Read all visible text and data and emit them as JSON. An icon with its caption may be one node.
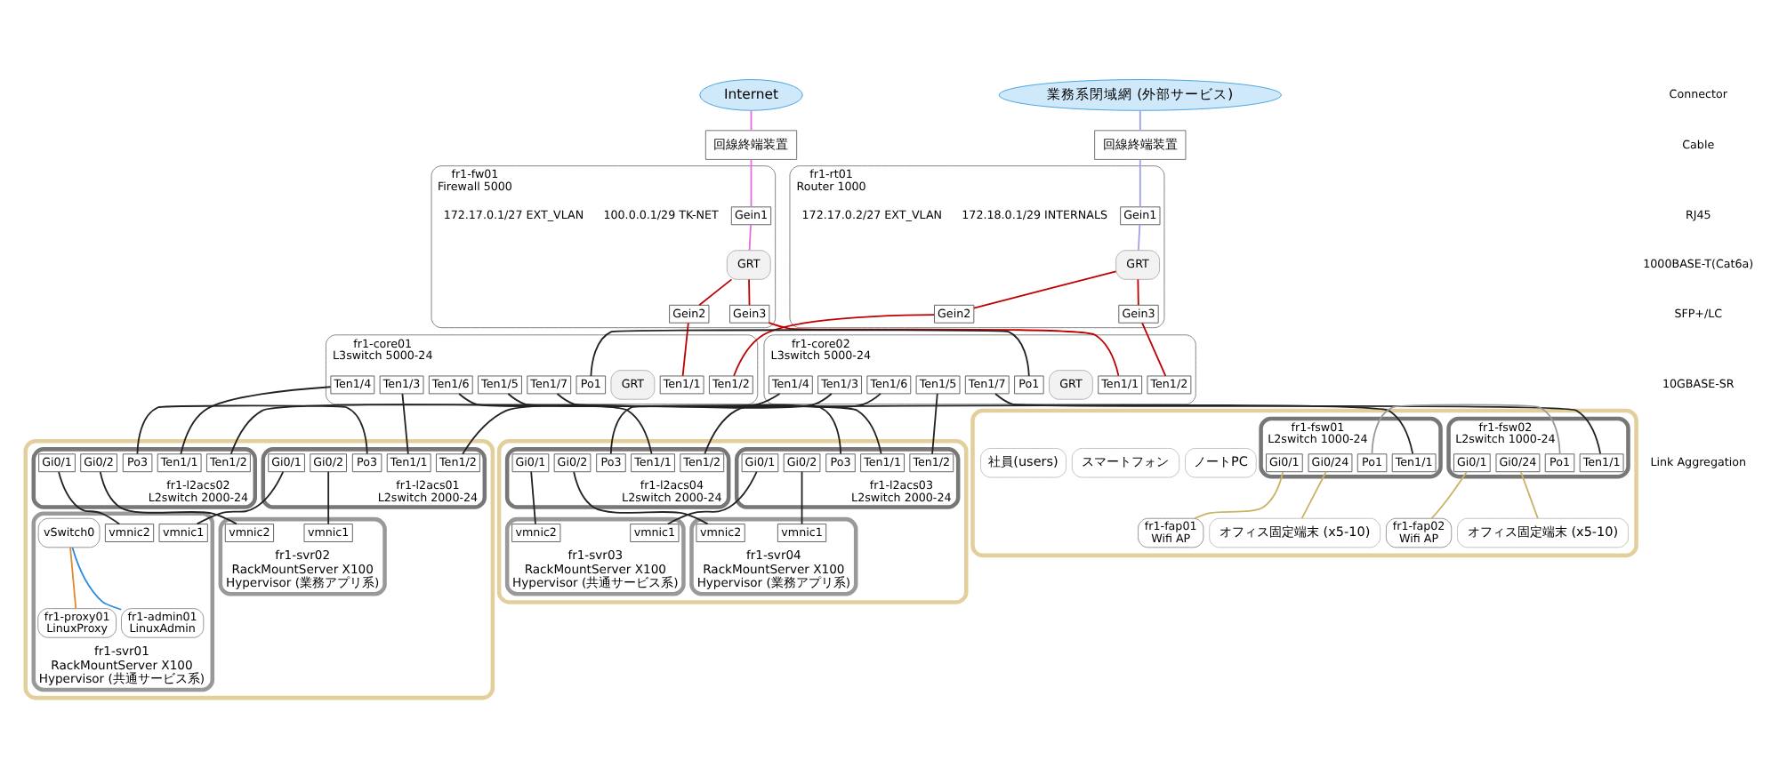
{
  "diagram": {
    "nodes": [
      {
        "text": [
          "Internet"
        ]
      },
      {
        "text": [
          "業務系閉域網 (外部サービス)"
        ]
      },
      {
        "text": [
          "回線終端装置"
        ]
      },
      {
        "text": [
          "回線終端装置"
        ]
      },
      {
        "text": [
          "fr1-fw01",
          "Firewall 5000"
        ]
      },
      {
        "text": [
          "Gein1"
        ],
        "in": 4
      },
      {
        "text": [
          "GRT"
        ],
        "in": 4
      },
      {
        "text": [
          "Gein2"
        ],
        "in": 4
      },
      {
        "text": [
          "Gein3"
        ],
        "in": 4
      },
      {
        "text": [
          "fr1-rt01",
          "Router 1000"
        ]
      },
      {
        "text": [
          "Gein1"
        ],
        "in": 9
      },
      {
        "text": [
          "GRT"
        ],
        "in": 9
      },
      {
        "text": [
          "Gein2"
        ],
        "in": 9
      },
      {
        "text": [
          "Gein3"
        ],
        "in": 9
      },
      {
        "text": [
          "fr1-core01",
          "L3switch 5000-24"
        ]
      },
      {
        "text": [
          "Ten1/1"
        ],
        "in": 14
      },
      {
        "text": [
          "Ten1/2"
        ],
        "in": 14
      },
      {
        "text": [
          "GRT"
        ],
        "in": 14
      },
      {
        "text": [
          "Po1"
        ],
        "in": 14
      },
      {
        "text": [
          "Ten1/3"
        ],
        "in": 14
      },
      {
        "text": [
          "Ten1/4"
        ],
        "in": 14
      },
      {
        "text": [
          "Ten1/5"
        ],
        "in": 14
      },
      {
        "text": [
          "Ten1/6"
        ],
        "in": 14
      },
      {
        "text": [
          "Ten1/7"
        ],
        "in": 14
      },
      {
        "text": [
          "fr1-core02",
          "L3switch 5000-24"
        ]
      },
      {
        "text": [
          "Ten1/1"
        ],
        "in": 24
      },
      {
        "text": [
          "Ten1/2"
        ],
        "in": 24
      },
      {
        "text": [
          "GRT"
        ],
        "in": 24
      },
      {
        "text": [
          "Po1"
        ],
        "in": 24
      },
      {
        "text": [
          "Ten1/3"
        ],
        "in": 24
      },
      {
        "text": [
          "Ten1/4"
        ],
        "in": 24
      },
      {
        "text": [
          "Ten1/5"
        ],
        "in": 24
      },
      {
        "text": [
          "Ten1/6"
        ],
        "in": 24
      },
      {
        "text": [
          "Ten1/7"
        ],
        "in": 24
      },
      {
        "text": [],
        "shape": "box"
      },
      {
        "text": [
          "fr1-l2acs01",
          "L2switch 2000-24"
        ],
        "in": 34
      },
      {
        "text": [
          "Ten1/1"
        ],
        "in": 35
      },
      {
        "text": [
          "Ten1/2"
        ],
        "in": 35
      },
      {
        "text": [
          "Po3"
        ],
        "in": 35
      },
      {
        "text": [
          "Gi0/1"
        ],
        "in": 35
      },
      {
        "text": [
          "Gi0/2"
        ],
        "in": 35
      },
      {
        "text": [
          "fr1-l2acs02",
          "L2switch 2000-24"
        ],
        "in": 34
      },
      {
        "text": [
          "Ten1/1"
        ],
        "in": 41
      },
      {
        "text": [
          "Ten1/2"
        ],
        "in": 41
      },
      {
        "text": [
          "Po3"
        ],
        "in": 41
      },
      {
        "text": [
          "Gi0/1"
        ],
        "in": 41
      },
      {
        "text": [
          "Gi0/2"
        ],
        "in": 41
      },
      {
        "text": [
          "fr1-svr01",
          "RackMountServer X100",
          "Hypervisor (共通サービス系)"
        ],
        "in": 34
      },
      {
        "text": [
          "vmnic1"
        ],
        "in": 47
      },
      {
        "text": [
          "vmnic2"
        ],
        "in": 47
      },
      {
        "text": [
          "vSwitch0"
        ],
        "in": 47
      },
      {
        "text": [
          "fr1-proxy01",
          "LinuxProxy"
        ],
        "in": 47
      },
      {
        "text": [
          "fr1-admin01",
          "LinuxAdmin"
        ],
        "in": 47
      },
      {
        "text": [
          "fr1-svr02",
          "RackMountServer X100",
          "Hypervisor (業務アプリ系)"
        ],
        "in": 34
      },
      {
        "text": [
          "vmnic1"
        ],
        "in": 53
      },
      {
        "text": [
          "vmnic2"
        ],
        "in": 53
      },
      {
        "text": [],
        "shape": "box"
      },
      {
        "text": [
          "fr1-l2acs03",
          "L2switch 2000-24"
        ],
        "in": 56
      },
      {
        "text": [
          "Ten1/1"
        ],
        "in": 57
      },
      {
        "text": [
          "Ten1/2"
        ],
        "in": 57
      },
      {
        "text": [
          "Po3"
        ],
        "in": 57
      },
      {
        "text": [
          "Gi0/1"
        ],
        "in": 57
      },
      {
        "text": [
          "Gi0/2"
        ],
        "in": 57
      },
      {
        "text": [
          "fr1-l2acs04",
          "L2switch 2000-24"
        ],
        "in": 56
      },
      {
        "text": [
          "Ten1/1"
        ],
        "in": 63
      },
      {
        "text": [
          "Ten1/2"
        ],
        "in": 63
      },
      {
        "text": [
          "Po3"
        ],
        "in": 63
      },
      {
        "text": [
          "Gi0/1"
        ],
        "in": 63
      },
      {
        "text": [
          "Gi0/2"
        ],
        "in": 63
      },
      {
        "text": [
          "fr1-svr03",
          "RackMountServer X100",
          "Hypervisor (共通サービス系)"
        ],
        "in": 56
      },
      {
        "text": [
          "vmnic1"
        ],
        "in": 69
      },
      {
        "text": [
          "vmnic2"
        ],
        "in": 69
      },
      {
        "text": [
          "fr1-svr04",
          "RackMountServer X100",
          "Hypervisor (業務アプリ系)"
        ],
        "in": 56
      },
      {
        "text": [
          "vmnic1"
        ],
        "in": 72
      },
      {
        "text": [
          "vmnic2"
        ],
        "in": 72
      },
      {
        "text": [],
        "shape": "box"
      },
      {
        "text": [
          "fr1-fsw01",
          "L2switch 1000-24"
        ],
        "in": 75
      },
      {
        "text": [
          "Ten1/1"
        ],
        "in": 76
      },
      {
        "text": [
          "Po1"
        ],
        "in": 76
      },
      {
        "text": [
          "Gi0/1"
        ],
        "in": 76
      },
      {
        "text": [
          "Gi0/24"
        ],
        "in": 76
      },
      {
        "text": [
          "fr1-fsw02",
          "L2switch 1000-24"
        ],
        "in": 75
      },
      {
        "text": [
          "Ten1/1"
        ],
        "in": 81
      },
      {
        "text": [
          "Po1"
        ],
        "in": 81
      },
      {
        "text": [
          "Gi0/1"
        ],
        "in": 81
      },
      {
        "text": [
          "Gi0/24"
        ],
        "in": 81
      },
      {
        "text": [
          "fr1-fap01",
          "Wifi AP"
        ],
        "in": 75
      },
      {
        "text": [
          "fr1-fap02",
          "Wifi AP"
        ],
        "in": 75
      },
      {
        "text": [
          "オフィス固定端末 (x5-10)"
        ],
        "in": 75
      },
      {
        "text": [
          "オフィス固定端末 (x5-10)"
        ],
        "in": 75
      },
      {
        "text": [
          "ノートPC"
        ],
        "in": 75
      },
      {
        "text": [
          "スマートフォン"
        ],
        "in": 75
      },
      {
        "text": [
          "社員(users)"
        ],
        "in": 75
      }
    ],
    "edges": [
      {
        "from": 0,
        "to": 2,
        "arrow": "none",
        "color": "#e070e0"
      },
      {
        "from": 2,
        "to": 5,
        "arrow": "none",
        "color": "#e070e0"
      },
      {
        "from": 1,
        "to": 3,
        "arrow": "none",
        "color": "#a0a0e8"
      },
      {
        "from": 3,
        "to": 10,
        "arrow": "none",
        "color": "#a0a0e8"
      },
      {
        "from": 5,
        "to": 6,
        "arrow": "none",
        "color": "#e070e0"
      },
      {
        "from": 6,
        "to": 7,
        "arrow": "none",
        "color": "#c00000"
      },
      {
        "from": 6,
        "to": 8,
        "arrow": "none",
        "color": "#c00000"
      },
      {
        "from": 10,
        "to": 11,
        "arrow": "none",
        "color": "#a0a0e8"
      },
      {
        "from": 11,
        "to": 12,
        "arrow": "none",
        "color": "#c00000"
      },
      {
        "from": 11,
        "to": 13,
        "arrow": "none",
        "color": "#c00000"
      },
      {
        "from": 7,
        "to": 15,
        "arrow": "none",
        "color": "#c00000"
      },
      {
        "from": 8,
        "to": 25,
        "arrow": "none",
        "color": "#c00000"
      },
      {
        "from": 12,
        "to": 16,
        "arrow": "none",
        "color": "#c00000"
      },
      {
        "from": 13,
        "to": 26,
        "arrow": "none",
        "color": "#c00000"
      },
      {
        "from": 18,
        "to": 28,
        "arrow": "none"
      },
      {
        "from": 19,
        "to": 36,
        "arrow": "none"
      },
      {
        "from": 29,
        "to": 37,
        "arrow": "none"
      },
      {
        "from": 20,
        "to": 42,
        "arrow": "none"
      },
      {
        "from": 30,
        "to": 43,
        "arrow": "none"
      },
      {
        "from": 21,
        "to": 58,
        "arrow": "none"
      },
      {
        "from": 31,
        "to": 59,
        "arrow": "none"
      },
      {
        "from": 22,
        "to": 64,
        "arrow": "none"
      },
      {
        "from": 32,
        "to": 65,
        "arrow": "none"
      },
      {
        "from": 23,
        "to": 77,
        "arrow": "none"
      },
      {
        "from": 33,
        "to": 82,
        "arrow": "none"
      },
      {
        "from": 38,
        "to": 44,
        "arrow": "none"
      },
      {
        "from": 39,
        "to": 48,
        "arrow": "none"
      },
      {
        "from": 45,
        "to": 49,
        "arrow": "none"
      },
      {
        "from": 40,
        "to": 54,
        "arrow": "none"
      },
      {
        "from": 46,
        "to": 55,
        "arrow": "none"
      },
      {
        "from": 50,
        "to": 51,
        "arrow": "none",
        "color": "#e08a2a"
      },
      {
        "from": 50,
        "to": 52,
        "arrow": "none",
        "color": "#2a8ae0"
      },
      {
        "from": 60,
        "to": 66,
        "arrow": "none"
      },
      {
        "from": 61,
        "to": 70,
        "arrow": "none"
      },
      {
        "from": 67,
        "to": 71,
        "arrow": "none"
      },
      {
        "from": 62,
        "to": 73,
        "arrow": "none"
      },
      {
        "from": 68,
        "to": 74,
        "arrow": "none"
      },
      {
        "from": 78,
        "to": 83,
        "arrow": "none",
        "color": "#999999"
      },
      {
        "from": 79,
        "to": 86,
        "arrow": "none",
        "color": "#c8b464"
      },
      {
        "from": 80,
        "to": 88,
        "arrow": "none",
        "color": "#c8b464"
      },
      {
        "from": 84,
        "to": 87,
        "arrow": "none",
        "color": "#c8b464"
      },
      {
        "from": 85,
        "to": 89,
        "arrow": "none",
        "color": "#c8b464"
      }
    ],
    "labels": [
      "100.0.0.1/29 TK-NET",
      "172.17.0.1/27 EXT_VLAN",
      "172.18.0.1/29 INTERNALS",
      "172.17.0.2/27 EXT_VLAN",
      "Connector",
      "Cable",
      "RJ45",
      "1000BASE-T(Cat6a)",
      "SFP+/LC",
      "10GBASE-SR",
      "Link Aggregation"
    ]
  }
}
